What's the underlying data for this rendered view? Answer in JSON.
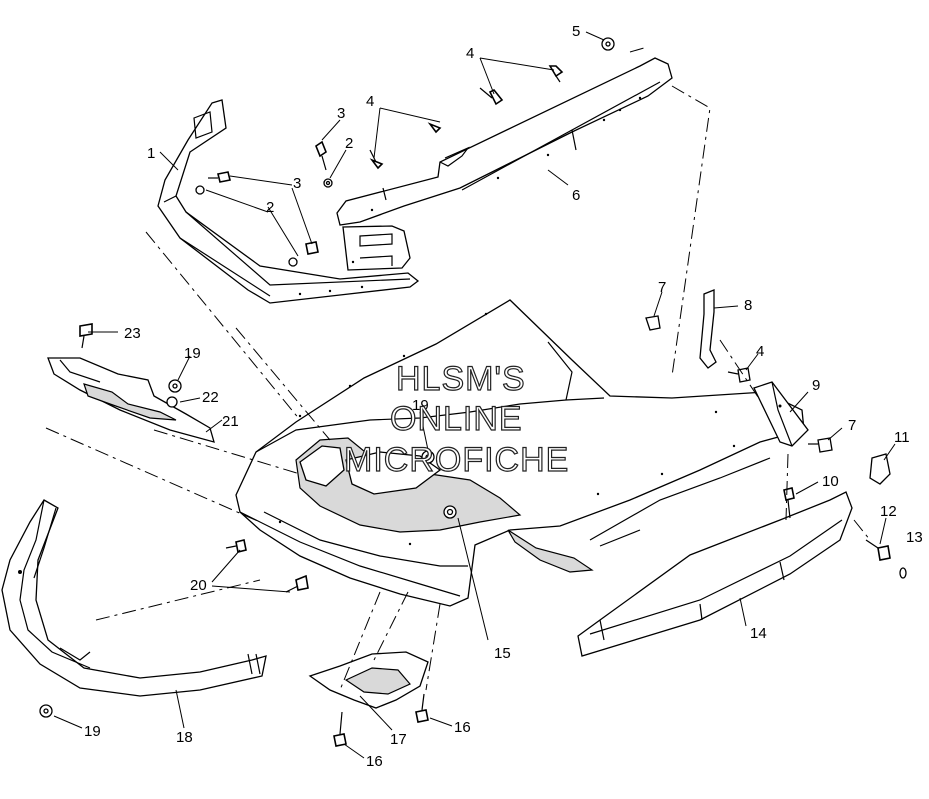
{
  "watermark": {
    "line1": "HLSM'S",
    "line2": "ONLINE",
    "line3": "MICROFICHE"
  },
  "callouts": {
    "c1": "1",
    "c2a": "2",
    "c2b": "2",
    "c3a": "3",
    "c3b": "3",
    "c4a": "4",
    "c4b": "4",
    "c4c": "4",
    "c5": "5",
    "c6": "6",
    "c7a": "7",
    "c7b": "7",
    "c8": "8",
    "c9": "9",
    "c10": "10",
    "c11": "11",
    "c12": "12",
    "c13": "13",
    "c14": "14",
    "c15": "15",
    "c16a": "16",
    "c16b": "16",
    "c17": "17",
    "c18": "18",
    "c19a": "19",
    "c19b": "19",
    "c19c": "19",
    "c20": "20",
    "c21": "21",
    "c22": "22",
    "c23": "23"
  },
  "colors": {
    "line": "#000000",
    "background": "#ffffff",
    "shade": "#d9d9d9"
  }
}
